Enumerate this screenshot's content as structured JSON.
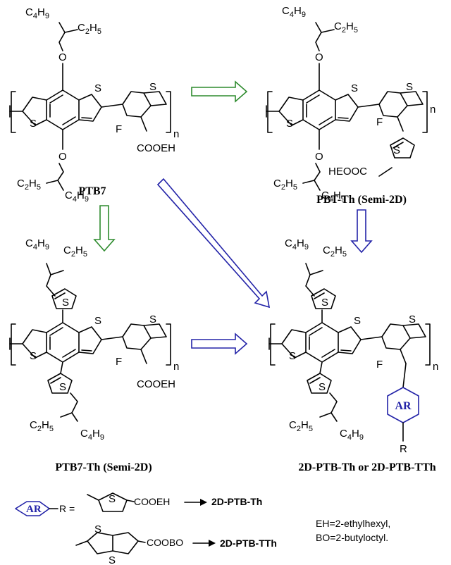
{
  "structures": {
    "ptb7": {
      "label": "PTB7"
    },
    "pbt_th": {
      "label": "PBT-Th (Semi-2D)"
    },
    "ptb7_th": {
      "label": "PTB7-Th (Semi-2D)"
    },
    "product": {
      "label": "2D-PTB-Th or 2D-PTB-TTh"
    }
  },
  "atoms": {
    "s": "S",
    "o": "O",
    "f": "F",
    "n": "n",
    "r": "R",
    "cooeh": "COOEH",
    "heooc": "HEOOC",
    "cooebo": "COOBO"
  },
  "substituents": {
    "c4h9": "C4H9",
    "c2h5": "C2H5"
  },
  "ar_ring": {
    "label": "AR",
    "color": "#2323a8"
  },
  "legend": {
    "equals": "R =",
    "row1_group": "COOEH",
    "row1_product": "2D-PTB-Th",
    "row2_group": "COOBO",
    "row2_product": "2D-PTB-TTh",
    "note_line1": "EH=2-ethylhexyl,",
    "note_line2": "BO=2-butyloctyl."
  },
  "colors": {
    "green_arrow": "#2e8b2e",
    "blue_arrow": "#2323a8"
  }
}
